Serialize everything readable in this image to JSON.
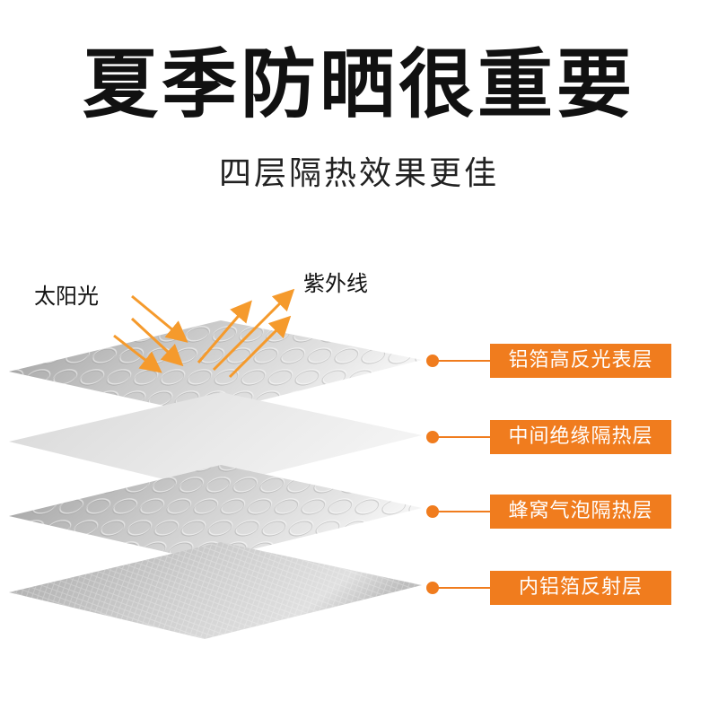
{
  "title": "夏季防晒很重要",
  "subtitle": "四层隔热效果更佳",
  "rays": {
    "sunlight_label": "太阳光",
    "uv_label": "紫外线"
  },
  "layers": [
    {
      "label": "铝箔高反光表层",
      "texture": "bubble"
    },
    {
      "label": "中间绝缘隔热层",
      "texture": "smooth"
    },
    {
      "label": "蜂窝气泡隔热层",
      "texture": "bubble"
    },
    {
      "label": "内铝箔反射层",
      "texture": "woven"
    }
  ],
  "colors": {
    "accent": "#f07c1e",
    "title": "#111111",
    "layer_gray": "#cfcfcf"
  }
}
